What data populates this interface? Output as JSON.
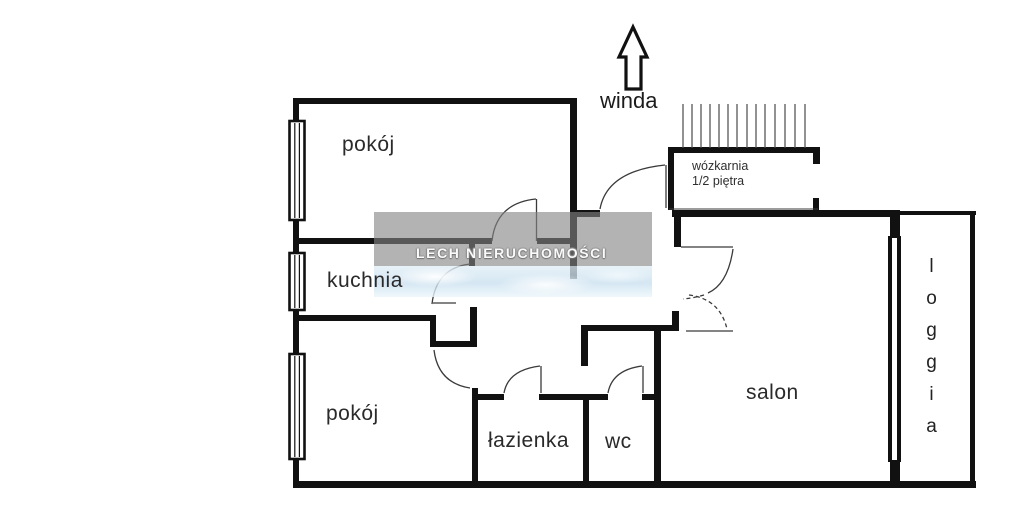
{
  "watermark": {
    "text": "LECH NIERUCHOMOŚCI"
  },
  "labels": {
    "room_top": "pokój",
    "kitchen": "kuchnia",
    "room_bottom": "pokój",
    "bathroom": "łazienka",
    "wc": "wc",
    "living_room": "salon",
    "loggia": "loggia",
    "elevator": "winda",
    "stroller_room_line1": "wózkarnia",
    "stroller_room_line2": "1/2 piętra"
  },
  "colors": {
    "wall": "#111111",
    "background": "#ffffff",
    "label_text": "#2a2a2a",
    "thin_line": "#3a3a3a",
    "watermark_gray": "#848484"
  }
}
